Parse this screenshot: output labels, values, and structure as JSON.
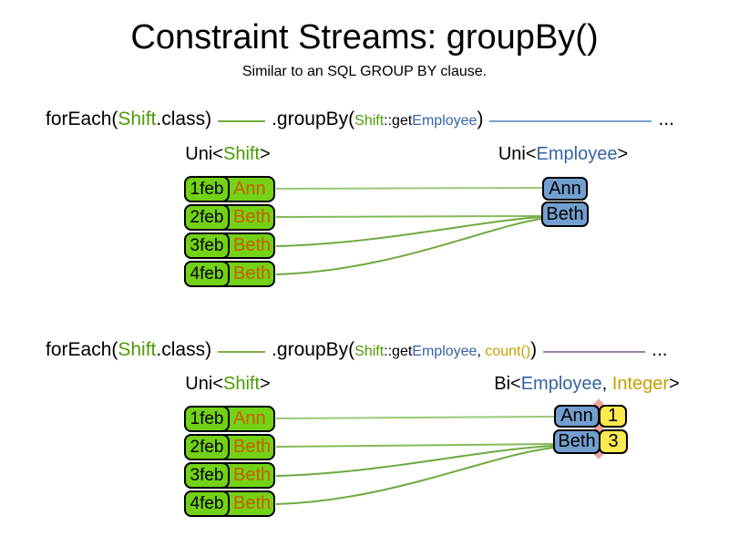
{
  "title": "Constraint Streams: groupBy()",
  "subtitle": "Similar to an SQL GROUP BY clause.",
  "colors": {
    "class_green": "#4E9A06",
    "employee_blue": "#3465A4",
    "integer_gold": "#C4A000",
    "shift_box_green": "#73D216",
    "employee_box_blue": "#729FCF",
    "integer_box_yellow": "#FCE94F",
    "shift_name_orange": "#CE5C00",
    "connector_green": "#76B043",
    "connector_blue": "#7E9FCB",
    "connector_purple": "#9C7FAE"
  },
  "code1": {
    "foreach_pre": "forEach(",
    "foreach_class": "Shift",
    "foreach_post": ".class)",
    "groupby_pre": ".groupBy(",
    "arg_class": "Shift",
    "arg_mid": "::get",
    "arg_prop": "Employee",
    "groupby_post": ")",
    "ellipsis": "..."
  },
  "code2": {
    "foreach_pre": "forEach(",
    "foreach_class": "Shift",
    "foreach_post": ".class)",
    "groupby_pre": ".groupBy(",
    "arg_class": "Shift",
    "arg_mid": "::get",
    "arg_prop": "Employee",
    "arg_comma": ", ",
    "arg_count": "count()",
    "groupby_post": ")",
    "ellipsis": "..."
  },
  "diagram1": {
    "left_label": {
      "pre": "Uni<",
      "type": "Shift",
      "post": ">"
    },
    "right_label": {
      "pre": "Uni<",
      "type": "Employee",
      "post": ">"
    },
    "rows": [
      {
        "date": "1feb",
        "name": "Ann"
      },
      {
        "date": "2feb",
        "name": "Beth"
      },
      {
        "date": "3feb",
        "name": "Beth"
      },
      {
        "date": "4feb",
        "name": "Beth"
      }
    ],
    "groups": [
      {
        "name": "Ann"
      },
      {
        "name": "Beth"
      }
    ]
  },
  "diagram2": {
    "left_label": {
      "pre": "Uni<",
      "type": "Shift",
      "post": ">"
    },
    "right_label": {
      "pre": "Bi<",
      "type1": "Employee",
      "comma": ", ",
      "type2": "Integer",
      "post": ">"
    },
    "rows": [
      {
        "date": "1feb",
        "name": "Ann"
      },
      {
        "date": "2feb",
        "name": "Beth"
      },
      {
        "date": "3feb",
        "name": "Beth"
      },
      {
        "date": "4feb",
        "name": "Beth"
      }
    ],
    "groups": [
      {
        "name": "Ann",
        "count": "1"
      },
      {
        "name": "Beth",
        "count": "3"
      }
    ]
  }
}
